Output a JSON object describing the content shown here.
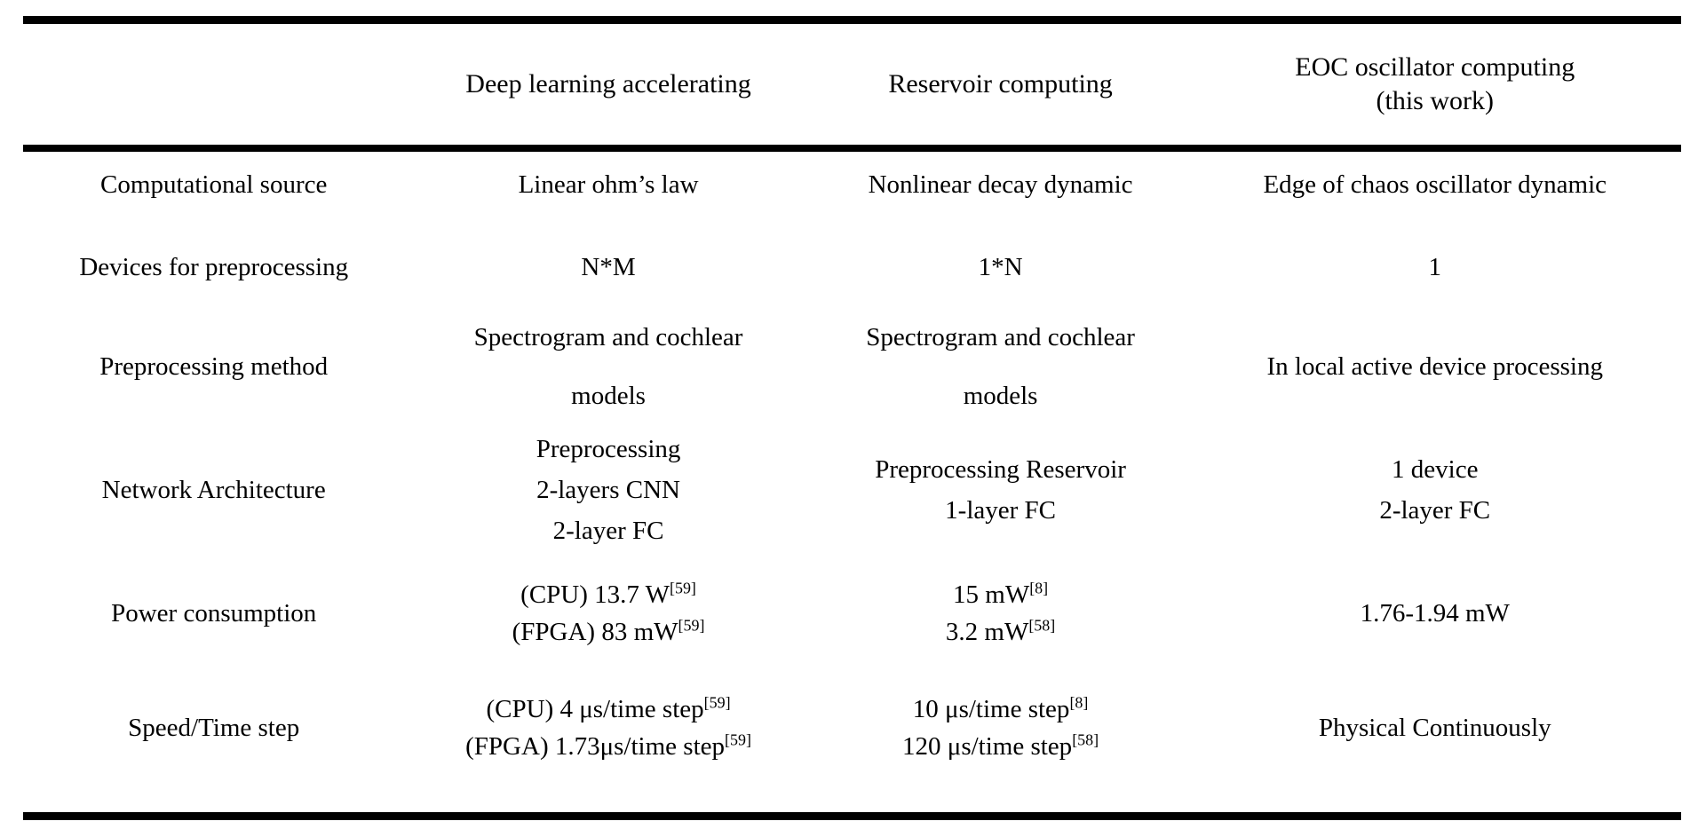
{
  "table": {
    "columns": [
      {
        "id": "row-label",
        "label": ""
      },
      {
        "id": "deep-learning",
        "label": "Deep learning accelerating"
      },
      {
        "id": "reservoir",
        "label": "Reservoir computing"
      },
      {
        "id": "eoc-line1",
        "label": "EOC oscillator computing"
      },
      {
        "id": "eoc-line2",
        "label": "(this work)"
      }
    ],
    "rows": [
      {
        "id": "computational-source",
        "label": "Computational source",
        "deep_learning": {
          "lines": [
            "Linear ohm’s law"
          ]
        },
        "reservoir": {
          "lines": [
            "Nonlinear decay dynamic"
          ]
        },
        "eoc": {
          "lines": [
            "Edge of chaos oscillator dynamic"
          ]
        }
      },
      {
        "id": "devices-for-preprocessing",
        "label": "Devices for preprocessing",
        "deep_learning": {
          "lines": [
            "N*M"
          ]
        },
        "reservoir": {
          "lines": [
            "1*N"
          ]
        },
        "eoc": {
          "lines": [
            "1"
          ]
        }
      },
      {
        "id": "preprocessing-method",
        "label": "Preprocessing method",
        "deep_learning": {
          "lines": [
            "Spectrogram and cochlear",
            "models"
          ]
        },
        "reservoir": {
          "lines": [
            "Spectrogram and cochlear",
            "models"
          ]
        },
        "eoc": {
          "lines": [
            "In local active device processing"
          ]
        }
      },
      {
        "id": "network-architecture",
        "label": "Network Architecture",
        "deep_learning": {
          "lines": [
            "Preprocessing",
            "2-layers CNN",
            "2-layer FC"
          ]
        },
        "reservoir": {
          "lines": [
            "Preprocessing Reservoir",
            "1-layer FC"
          ]
        },
        "eoc": {
          "lines": [
            "1 device",
            "2-layer FC"
          ]
        }
      },
      {
        "id": "power-consumption",
        "label": "Power consumption",
        "deep_learning": {
          "entries": [
            {
              "text": "(CPU) 13.7 W",
              "cite": "[59]"
            },
            {
              "text": "(FPGA) 83 mW",
              "cite": "[59]"
            }
          ]
        },
        "reservoir": {
          "entries": [
            {
              "text": "15 mW",
              "cite": "[8]"
            },
            {
              "text": "3.2 mW",
              "cite": "[58]"
            }
          ]
        },
        "eoc": {
          "lines": [
            "1.76-1.94 mW"
          ]
        }
      },
      {
        "id": "speed-time-step",
        "label": "Speed/Time step",
        "deep_learning": {
          "entries": [
            {
              "text": "(CPU) 4 μs/time step",
              "cite": "[59]"
            },
            {
              "text": "(FPGA) 1.73μs/time step",
              "cite": "[59]"
            }
          ]
        },
        "reservoir": {
          "entries": [
            {
              "text": "10 μs/time step",
              "cite": "[8]"
            },
            {
              "text": "120 μs/time step",
              "cite": "[58]"
            }
          ]
        },
        "eoc": {
          "lines": [
            "Physical Continuously"
          ]
        }
      }
    ]
  },
  "style": {
    "rule_color": "#000000",
    "text_color": "#000000",
    "background": "#ffffff"
  }
}
